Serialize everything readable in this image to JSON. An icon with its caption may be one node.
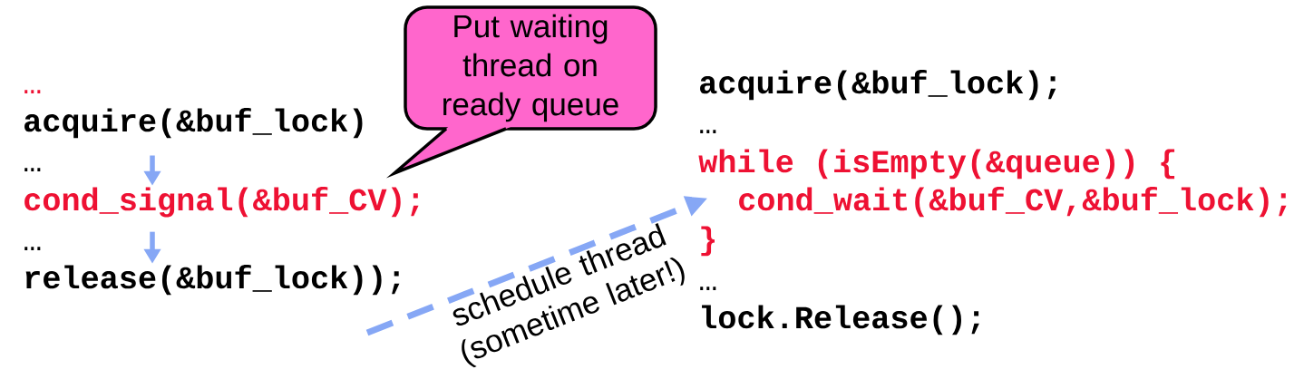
{
  "diagram": {
    "nodes": [
      {
        "text": [
          "Put waiting thread on ready queue"
        ]
      },
      {
        "text": [
          "acquire(&buf_lock)"
        ]
      },
      {
        "text": [
          "cond_signal(&buf_CV);"
        ]
      },
      {
        "text": [
          "release(&buf_lock));"
        ]
      },
      {
        "text": [
          "cond_wait(&buf_CV,&buf_lock);"
        ]
      }
    ],
    "edges": [
      {
        "from": 1,
        "to": 2,
        "arrow": "to"
      },
      {
        "from": 2,
        "to": 3,
        "arrow": "to"
      },
      {
        "from": null,
        "to": 4,
        "arrow": "to",
        "style": "dashed",
        "label": "schedule thread (sometime later!)"
      }
    ],
    "labels": [
      "…",
      "…",
      "…",
      "acquire(&buf_lock);",
      "…",
      "while (isEmpty(&queue)) {",
      "}",
      "…",
      "lock.Release();"
    ]
  }
}
